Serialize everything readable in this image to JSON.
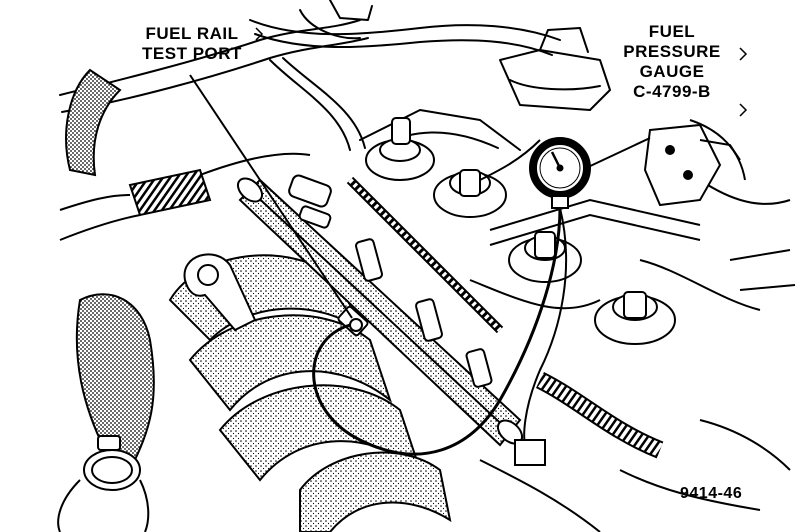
{
  "callouts": {
    "test_port": {
      "line1": "FUEL RAIL",
      "line2": "TEST PORT"
    },
    "gauge": {
      "line1": "FUEL",
      "line2": "PRESSURE",
      "line3": "GAUGE",
      "line4": "C-4799-B"
    }
  },
  "figure_number": "9414-46",
  "colors": {
    "ink": "#000000",
    "paper": "#ffffff",
    "shade": "#9a9a9a"
  }
}
